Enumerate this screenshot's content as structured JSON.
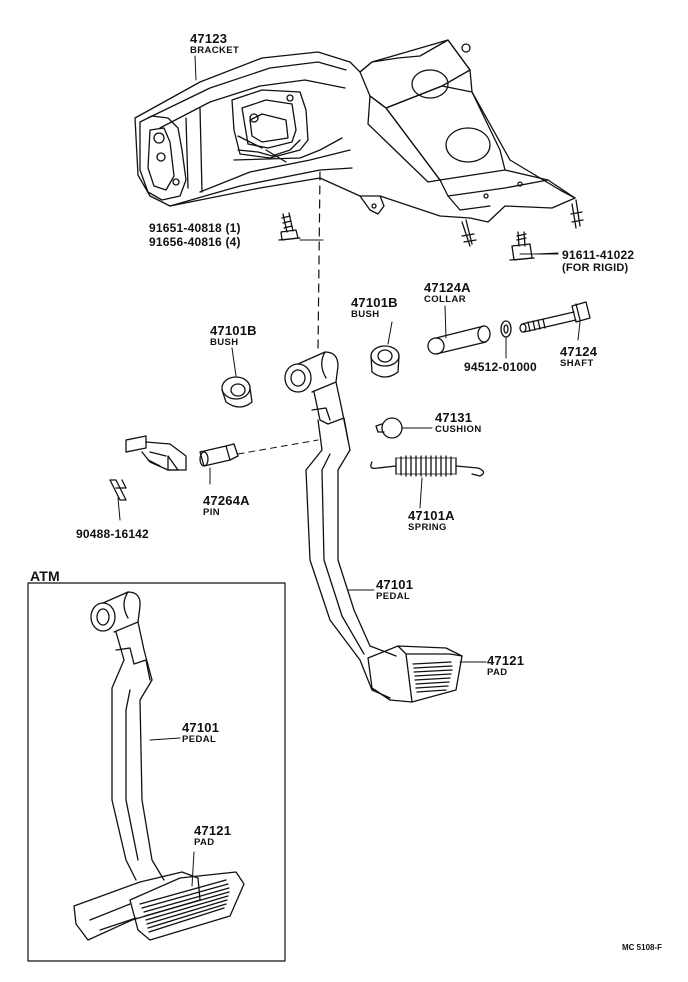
{
  "parts": {
    "bracket": {
      "number": "47123",
      "name": "BRACKET"
    },
    "bolt_1": {
      "number": "91651-40818 (1)"
    },
    "bolt_4": {
      "number": "91656-40816 (4)"
    },
    "rigid_bolt": {
      "number": "91611-41022",
      "note": "(FOR RIGID)"
    },
    "bush_right": {
      "number": "47101B",
      "name": "BUSH"
    },
    "collar": {
      "number": "47124A",
      "name": "COLLAR"
    },
    "bush_left": {
      "number": "47101B",
      "name": "BUSH"
    },
    "washer": {
      "number": "94512-01000"
    },
    "shaft": {
      "number": "47124",
      "name": "SHAFT"
    },
    "cushion": {
      "number": "47131",
      "name": "CUSHION"
    },
    "spring": {
      "number": "47101A",
      "name": "SPRING"
    },
    "pin": {
      "number": "47264A",
      "name": "PIN"
    },
    "clip": {
      "number": "90488-16142"
    },
    "pedal": {
      "number": "47101",
      "name": "PEDAL"
    },
    "pad": {
      "number": "47121",
      "name": "PAD"
    }
  },
  "atm": {
    "title": "ATM",
    "pedal": {
      "number": "47101",
      "name": "PEDAL"
    },
    "pad": {
      "number": "47121",
      "name": "PAD"
    }
  },
  "footer": {
    "code": "MC 5108-F"
  }
}
